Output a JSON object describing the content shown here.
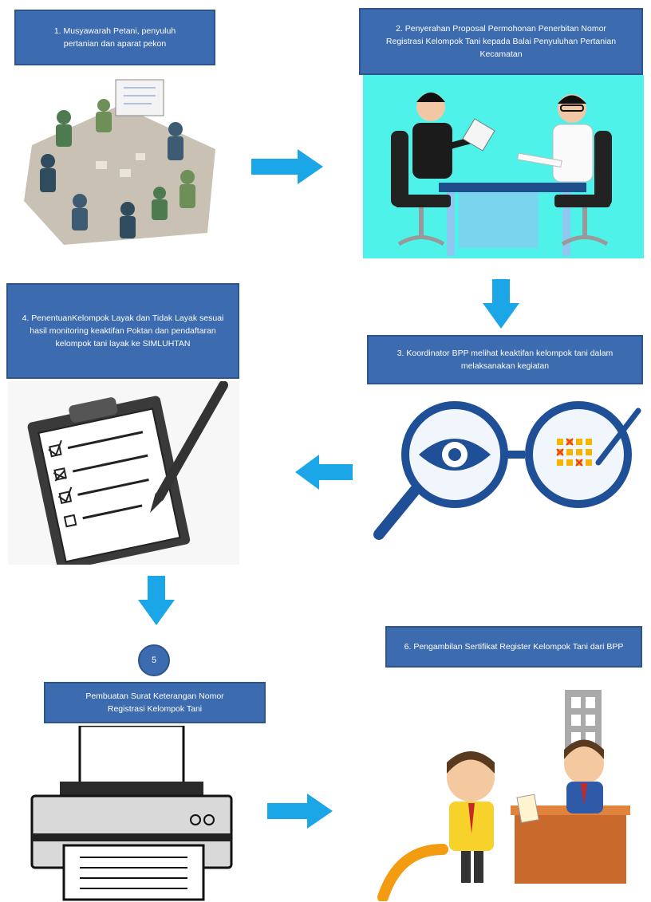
{
  "steps": {
    "s1": "1. Musyawarah Petani, penyuluh pertanian dan aparat pekon",
    "s2": "2. Penyerahan Proposal Permohonan Penerbitan Nomor Registrasi Kelompok Tani kepada Balai Penyuluhan Pertanian Kecamatan",
    "s3": "3. Koordinator BPP melihat keaktifan kelompok tani dalam melaksanakan kegiatan",
    "s4": "4. PenentuanKelompok Layak dan Tidak Layak sesuai hasil monitoring keaktifan Poktan dan pendaftaran kelompok  tani layak ke SIMLUHTAN",
    "s5_number": "5",
    "s5": "Pembuatan Surat Keterangan Nomor Registrasi Kelompok Tani",
    "s6": "6. Pengambilan Sertifikat Register Kelompok Tani dari BPP"
  },
  "colors": {
    "box": "#3c6bb0",
    "arrow": "#1ba6e8",
    "meeting_bg": "#4ff2e8"
  },
  "icons": [
    "farmers-meeting-illustration",
    "proposal-handover-illustration",
    "magnifier-monitoring-illustration",
    "checklist-clipboard-illustration",
    "printer-illustration",
    "certificate-handover-illustration"
  ]
}
